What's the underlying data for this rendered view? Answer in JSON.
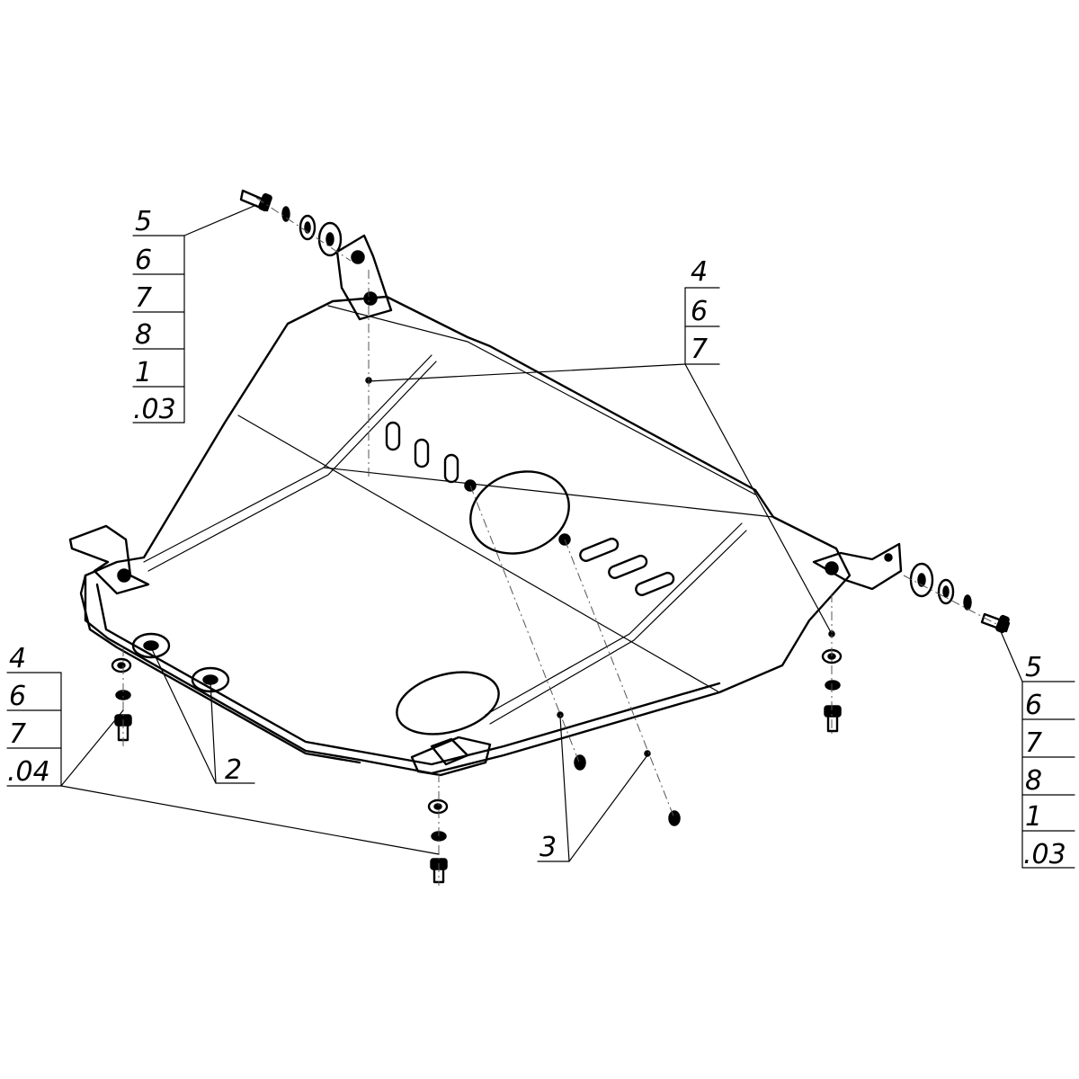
{
  "callouts": {
    "top_left": [
      "5",
      "6",
      "7",
      "8",
      "1",
      ".03"
    ],
    "top_center": [
      "4",
      "6",
      "7"
    ],
    "right": [
      "5",
      "6",
      "7",
      "8",
      "1",
      ".03"
    ],
    "bottom_left": [
      "4",
      "6",
      "7",
      ".04"
    ],
    "item_2": "2",
    "item_3": "3"
  }
}
